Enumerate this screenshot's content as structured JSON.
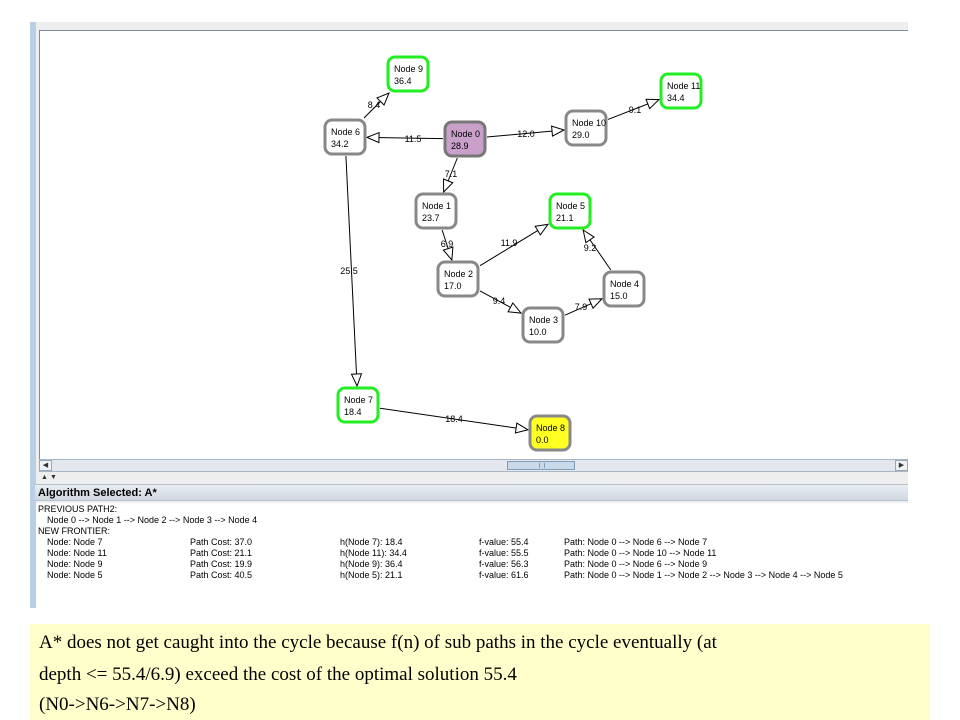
{
  "graph": {
    "nodes": [
      {
        "id": "n0",
        "name": "Node 0",
        "value": "28.9",
        "fill": "#c9a0c9",
        "border": "#777777"
      },
      {
        "id": "n1",
        "name": "Node 1",
        "value": "23.7",
        "fill": "#ffffff",
        "border": "#888888"
      },
      {
        "id": "n2",
        "name": "Node 2",
        "value": "17.0",
        "fill": "#ffffff",
        "border": "#888888"
      },
      {
        "id": "n3",
        "name": "Node 3",
        "value": "10.0",
        "fill": "#ffffff",
        "border": "#888888"
      },
      {
        "id": "n4",
        "name": "Node 4",
        "value": "15.0",
        "fill": "#ffffff",
        "border": "#888888"
      },
      {
        "id": "n5",
        "name": "Node 5",
        "value": "21.1",
        "fill": "#ffffff",
        "border": "#22ee22"
      },
      {
        "id": "n6",
        "name": "Node 6",
        "value": "34.2",
        "fill": "#ffffff",
        "border": "#888888"
      },
      {
        "id": "n7",
        "name": "Node 7",
        "value": "18.4",
        "fill": "#ffffff",
        "border": "#22ee22"
      },
      {
        "id": "n8",
        "name": "Node 8",
        "value": "0.0",
        "fill": "#ffff22",
        "border": "#888888"
      },
      {
        "id": "n9",
        "name": "Node 9",
        "value": "36.4",
        "fill": "#ffffff",
        "border": "#22ee22"
      },
      {
        "id": "n10",
        "name": "Node 10",
        "value": "29.0",
        "fill": "#ffffff",
        "border": "#888888"
      },
      {
        "id": "n11",
        "name": "Node 11",
        "value": "34.4",
        "fill": "#ffffff",
        "border": "#22ee22"
      }
    ],
    "edges": [
      {
        "from": "n0",
        "to": "n6",
        "cost": "11.5"
      },
      {
        "from": "n0",
        "to": "n10",
        "cost": "12.0"
      },
      {
        "from": "n0",
        "to": "n1",
        "cost": "7.1"
      },
      {
        "from": "n6",
        "to": "n9",
        "cost": "8.4"
      },
      {
        "from": "n10",
        "to": "n11",
        "cost": "9.1"
      },
      {
        "from": "n1",
        "to": "n2",
        "cost": "6.9"
      },
      {
        "from": "n2",
        "to": "n5",
        "cost": "11.9"
      },
      {
        "from": "n2",
        "to": "n3",
        "cost": "9.4"
      },
      {
        "from": "n3",
        "to": "n4",
        "cost": "7.9"
      },
      {
        "from": "n4",
        "to": "n5",
        "cost": "9.2"
      },
      {
        "from": "n6",
        "to": "n7",
        "cost": "25.5"
      },
      {
        "from": "n7",
        "to": "n8",
        "cost": "18.4"
      }
    ]
  },
  "algorithm_bar": {
    "label": "Algorithm Selected: A*"
  },
  "output": {
    "previous_heading": "PREVIOUS PATH2:",
    "previous_path": "Node 0 --> Node 1 --> Node 2 --> Node 3 --> Node 4",
    "frontier_heading": "NEW FRONTIER:",
    "frontier": [
      {
        "node": "Node: Node 7",
        "path_cost": "Path Cost: 37.0",
        "h": "h(Node 7): 18.4",
        "f": "f-value: 55.4",
        "path": "Path: Node 0 --> Node 6 --> Node 7"
      },
      {
        "node": "Node: Node 11",
        "path_cost": "Path Cost: 21.1",
        "h": "h(Node 11): 34.4",
        "f": "f-value: 55.5",
        "path": "Path: Node 0 --> Node 10 --> Node 11"
      },
      {
        "node": "Node: Node 9",
        "path_cost": "Path Cost: 19.9",
        "h": "h(Node 9): 36.4",
        "f": "f-value: 56.3",
        "path": "Path: Node 0 --> Node 6 --> Node 9"
      },
      {
        "node": "Node: Node 5",
        "path_cost": "Path Cost: 40.5",
        "h": "h(Node 5): 21.1",
        "f": "f-value: 61.6",
        "path": "Path: Node 0 --> Node 1 --> Node 2 --> Node 3 --> Node 4 --> Node 5"
      }
    ]
  },
  "caption": {
    "line1": "A* does not get caught into the cycle because f(n) of sub paths in the cycle eventually (at",
    "line2": "depth <= 55.4/6.9) exceed the cost of the optimal solution 55.4",
    "line3": "(N0->N6->N7->N8)"
  }
}
